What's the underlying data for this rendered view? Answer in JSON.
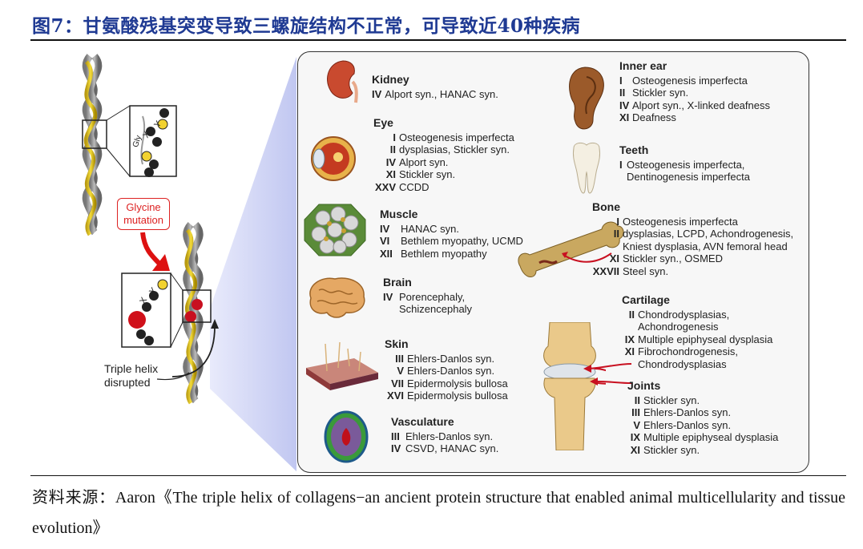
{
  "title": "图7：甘氨酸残基突变导致三螺旋结构不正常，可导致近40种疾病",
  "source": "资料来源：Aaron《The triple helix of collagens−an ancient protein structure that enabled animal multicellularity and tissue evolution》",
  "left": {
    "glycine_box": [
      "Glycine",
      "mutation"
    ],
    "disrupted_label": [
      "Triple helix",
      "disrupted"
    ],
    "top_strand_letters": [
      "Gly",
      "X",
      "Y"
    ],
    "bottom_strand_letters": [
      "X",
      "Y"
    ]
  },
  "tissues": {
    "kidney": {
      "head": "Kidney",
      "rows": [
        {
          "k": "IV",
          "v": [
            "Alport syn., HANAC syn."
          ]
        }
      ]
    },
    "eye": {
      "head": "Eye",
      "rows": [
        {
          "k": "I",
          "v": [
            "Osteogenesis imperfecta"
          ]
        },
        {
          "k": "II",
          "v": [
            "dysplasias, Stickler syn."
          ]
        },
        {
          "k": "IV",
          "v": [
            "Alport syn."
          ]
        },
        {
          "k": "XI",
          "v": [
            "Stickler syn."
          ]
        },
        {
          "k": "XXV",
          "v": [
            "CCDD"
          ]
        }
      ]
    },
    "muscle": {
      "head": "Muscle",
      "rows": [
        {
          "k": "IV",
          "v": [
            "HANAC syn."
          ]
        },
        {
          "k": "VI",
          "v": [
            "Bethlem myopathy, UCMD"
          ]
        },
        {
          "k": "XII",
          "v": [
            "Bethlem myopathy"
          ]
        }
      ]
    },
    "brain": {
      "head": "Brain",
      "rows": [
        {
          "k": "IV",
          "v": [
            "Porencephaly,",
            "Schizencephaly"
          ]
        }
      ]
    },
    "skin": {
      "head": "Skin",
      "rows": [
        {
          "k": "III",
          "v": [
            "Ehlers-Danlos syn."
          ]
        },
        {
          "k": "V",
          "v": [
            "Ehlers-Danlos syn."
          ]
        },
        {
          "k": "VII",
          "v": [
            "Epidermolysis bullosa"
          ]
        },
        {
          "k": "XVI",
          "v": [
            "Epidermolysis bullosa"
          ]
        }
      ]
    },
    "vasculature": {
      "head": "Vasculature",
      "rows": [
        {
          "k": "III",
          "v": [
            "Ehlers-Danlos syn."
          ]
        },
        {
          "k": "IV",
          "v": [
            "CSVD, HANAC syn."
          ]
        }
      ]
    },
    "inner_ear": {
      "head": "Inner ear",
      "rows": [
        {
          "k": "I",
          "v": [
            "Osteogenesis imperfecta"
          ]
        },
        {
          "k": "II",
          "v": [
            "Stickler syn."
          ]
        },
        {
          "k": "IV",
          "v": [
            "Alport syn., X-linked deafness"
          ]
        },
        {
          "k": "XI",
          "v": [
            "Deafness"
          ]
        }
      ]
    },
    "teeth": {
      "head": "Teeth",
      "rows": [
        {
          "k": "I",
          "v": [
            "Osteogenesis imperfecta,",
            "Dentinogenesis imperfecta"
          ]
        }
      ]
    },
    "bone": {
      "head": "Bone",
      "rows": [
        {
          "k": "I",
          "v": [
            "Osteogenesis imperfecta"
          ]
        },
        {
          "k": "II",
          "v": [
            "dysplasias, LCPD, Achondrogenesis,",
            "Kniest dysplasia, AVN femoral head"
          ]
        },
        {
          "k": "XI",
          "v": [
            "Stickler syn., OSMED"
          ]
        },
        {
          "k": "XXVII",
          "v": [
            "Steel syn."
          ]
        }
      ]
    },
    "cartilage": {
      "head": "Cartilage",
      "rows": [
        {
          "k": "II",
          "v": [
            "Chondrodysplasias,",
            "Achondrogenesis"
          ]
        },
        {
          "k": "IX",
          "v": [
            "Multiple epiphyseal dysplasia"
          ]
        },
        {
          "k": "XI",
          "v": [
            "Fibrochondrogenesis,",
            "Chondrodysplasias"
          ]
        }
      ]
    },
    "joints": {
      "head": "Joints",
      "rows": [
        {
          "k": "II",
          "v": [
            "Stickler syn."
          ]
        },
        {
          "k": "III",
          "v": [
            "Ehlers-Danlos syn."
          ]
        },
        {
          "k": "V",
          "v": [
            "Ehlers-Danlos syn."
          ]
        },
        {
          "k": "IX",
          "v": [
            "Multiple epiphyseal dysplasia"
          ]
        },
        {
          "k": "XI",
          "v": [
            "Stickler syn."
          ]
        }
      ]
    }
  }
}
